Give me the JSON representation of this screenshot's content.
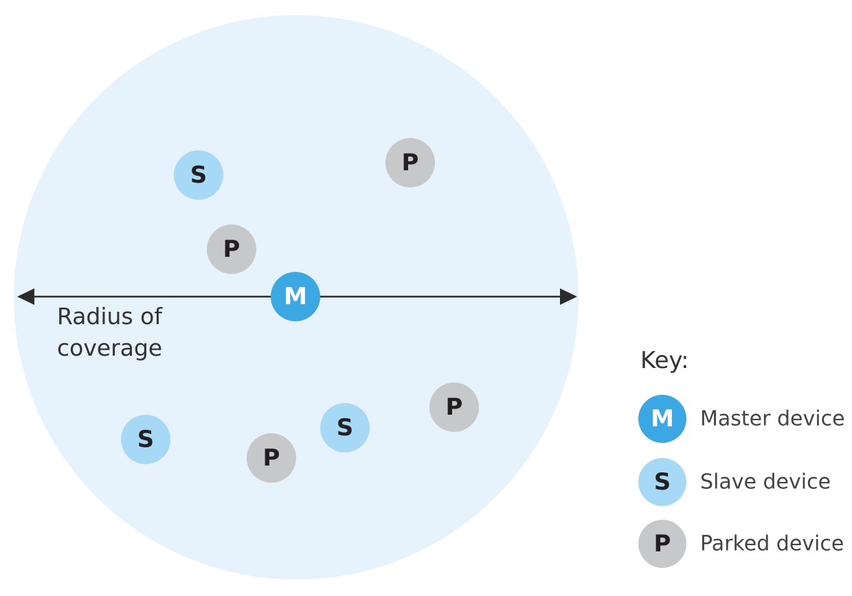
{
  "colors": {
    "coverage_fill": "#e6f3fc",
    "master": "#3ba8e4",
    "slave": "#a6d9f5",
    "parked": "#c7c8ca",
    "arrow": "#2b2b2b",
    "master_text": "#ffffff",
    "slave_text": "#231f20",
    "parked_text": "#231f20"
  },
  "coverage": {
    "caption_line1": "Radius of",
    "caption_line2": "coverage"
  },
  "device_types": {
    "master": {
      "letter": "M",
      "label": "Master device"
    },
    "slave": {
      "letter": "S",
      "label": "Slave device"
    },
    "parked": {
      "letter": "P",
      "label": "Parked device"
    }
  },
  "devices": [
    {
      "type": "slave",
      "letter": "S"
    },
    {
      "type": "parked",
      "letter": "P"
    },
    {
      "type": "parked",
      "letter": "P"
    },
    {
      "type": "master",
      "letter": "M"
    },
    {
      "type": "slave",
      "letter": "S"
    },
    {
      "type": "parked",
      "letter": "P"
    },
    {
      "type": "slave",
      "letter": "S"
    },
    {
      "type": "parked",
      "letter": "P"
    }
  ],
  "key": {
    "title": "Key:",
    "items": [
      {
        "type": "master",
        "letter": "M",
        "label": "Master device"
      },
      {
        "type": "slave",
        "letter": "S",
        "label": "Slave device"
      },
      {
        "type": "parked",
        "letter": "P",
        "label": "Parked device"
      }
    ]
  }
}
